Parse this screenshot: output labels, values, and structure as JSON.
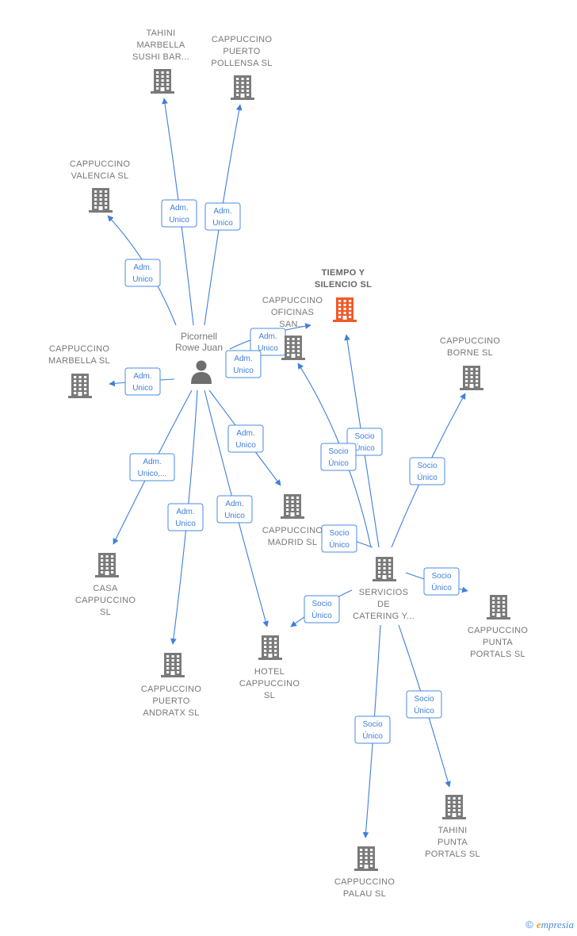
{
  "person": {
    "id": "person",
    "lines": [
      "Picornell",
      "Rowe Juan"
    ]
  },
  "nodes": [
    {
      "id": "tahini_marbella",
      "lines": [
        "TAHINI",
        "MARBELLA",
        "SUSHI BAR..."
      ],
      "highlight": false
    },
    {
      "id": "pollensa",
      "lines": [
        "CAPPUCCINO",
        "PUERTO",
        "POLLENSA SL"
      ],
      "highlight": false
    },
    {
      "id": "valencia",
      "lines": [
        "CAPPUCCINO",
        "VALENCIA SL"
      ],
      "highlight": false
    },
    {
      "id": "tiempo",
      "lines": [
        "TIEMPO Y",
        "SILENCIO  SL"
      ],
      "highlight": true
    },
    {
      "id": "oficinas",
      "lines": [
        "CAPPUCCINO",
        "OFICINAS",
        "SAN..."
      ],
      "highlight": false
    },
    {
      "id": "borne",
      "lines": [
        "CAPPUCCINO",
        "BORNE  SL"
      ],
      "highlight": false
    },
    {
      "id": "marbella",
      "lines": [
        "CAPPUCCINO",
        "MARBELLA SL"
      ],
      "highlight": false
    },
    {
      "id": "madrid",
      "lines": [
        "CAPPUCCINO",
        "MADRID SL"
      ],
      "highlight": false
    },
    {
      "id": "servicios",
      "lines": [
        "SERVICIOS",
        "DE",
        "CATERING Y..."
      ],
      "highlight": false
    },
    {
      "id": "casa",
      "lines": [
        "CASA",
        "CAPPUCCINO",
        "SL"
      ],
      "highlight": false
    },
    {
      "id": "punta_portals",
      "lines": [
        "CAPPUCCINO",
        "PUNTA",
        "PORTALS  SL"
      ],
      "highlight": false
    },
    {
      "id": "andratx",
      "lines": [
        "CAPPUCCINO",
        "PUERTO",
        "ANDRATX  SL"
      ],
      "highlight": false
    },
    {
      "id": "hotel",
      "lines": [
        "HOTEL",
        "CAPPUCCINO",
        "SL"
      ],
      "highlight": false
    },
    {
      "id": "tahini_punta",
      "lines": [
        "TAHINI",
        "PUNTA",
        "PORTALS  SL"
      ],
      "highlight": false
    },
    {
      "id": "palau",
      "lines": [
        "CAPPUCCINO",
        "PALAU  SL"
      ],
      "highlight": false
    }
  ],
  "edges": [
    {
      "from": "person",
      "to": "tahini_marbella",
      "label": [
        "Adm.",
        "Unico"
      ]
    },
    {
      "from": "person",
      "to": "pollensa",
      "label": [
        "Adm.",
        "Unico"
      ]
    },
    {
      "from": "person",
      "to": "valencia",
      "label": [
        "Adm.",
        "Unico"
      ]
    },
    {
      "from": "person",
      "to": "tiempo",
      "label": [
        "Adm.",
        "Unico"
      ]
    },
    {
      "from": "person",
      "to": "oficinas",
      "label": [
        "Adm.",
        "Unico"
      ]
    },
    {
      "from": "person",
      "to": "marbella",
      "label": [
        "Adm.",
        "Unico"
      ]
    },
    {
      "from": "person",
      "to": "madrid",
      "label": [
        "Adm.",
        "Unico"
      ]
    },
    {
      "from": "person",
      "to": "casa",
      "label": [
        "Adm.",
        "Unico,..."
      ]
    },
    {
      "from": "person",
      "to": "andratx",
      "label": [
        "Adm.",
        "Unico"
      ]
    },
    {
      "from": "person",
      "to": "hotel",
      "label": [
        "Adm.",
        "Unico"
      ]
    },
    {
      "from": "servicios",
      "to": "tiempo",
      "label": [
        "Socio",
        "Único"
      ]
    },
    {
      "from": "servicios",
      "to": "oficinas",
      "label": [
        "Socio",
        "Único"
      ]
    },
    {
      "from": "servicios",
      "to": "borne",
      "label": [
        "Socio",
        "Único"
      ]
    },
    {
      "from": "servicios",
      "to": "madrid",
      "label": [
        "Socio",
        "Único"
      ]
    },
    {
      "from": "servicios",
      "to": "punta_portals",
      "label": [
        "Socio",
        "Único"
      ]
    },
    {
      "from": "servicios",
      "to": "hotel",
      "label": [
        "Socio",
        "Único"
      ]
    },
    {
      "from": "servicios",
      "to": "tahini_punta",
      "label": [
        "Socio",
        "Único"
      ]
    },
    {
      "from": "servicios",
      "to": "palau",
      "label": [
        "Socio",
        "Único"
      ]
    }
  ],
  "colors": {
    "building": "#7a7a7a",
    "highlight": "#f05a28",
    "edge": "#3f7fdb",
    "person": "#6e6e6e"
  },
  "footer": {
    "copyright": "©",
    "brand_initial": "e",
    "brand_rest": "mpresia"
  }
}
